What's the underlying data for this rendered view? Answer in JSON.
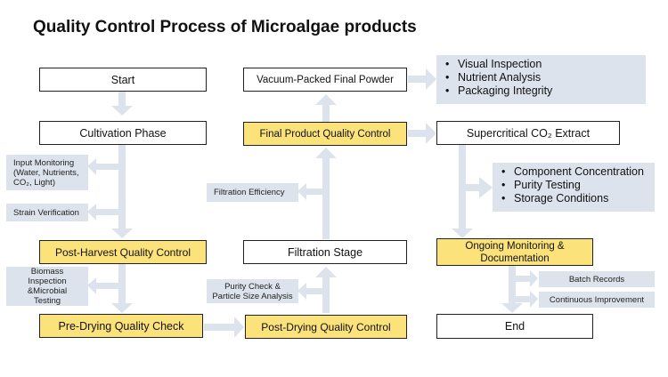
{
  "title": "Quality Control Process of Microalgae products",
  "colors": {
    "arrow": "#dde3ec",
    "highlight": "#fbe27a",
    "note_bg": "#dde3ec"
  },
  "boxes": {
    "start": "Start",
    "cultivation": "Cultivation Phase",
    "post_harvest": "Post-Harvest Quality Control",
    "pre_drying": "Pre-Drying Quality Check",
    "post_drying": "Post-Drying Quality Control",
    "filtration_stage": "Filtration Stage",
    "final_qc": "Final Product Quality Control",
    "vacuum": "Vacuum-Packed Final Powder",
    "supercritical": "Supercritical CO₂ Extract",
    "ongoing": "Ongoing Monitoring & Documentation",
    "end": "End"
  },
  "notes": {
    "input_monitoring": "Input Monitoring (Water, Nutrients, CO₂, Light)",
    "strain_verification": "Strain Verification",
    "biomass": "Biomass Inspection &Microbial Testing",
    "purity_particle": "Purity Check & Particle Size Analysis",
    "filtration_efficiency": "Filtration Efficiency",
    "batch_records": "Batch Records",
    "continuous_improvement": "Continuous Improvement"
  },
  "bullets_top": [
    "Visual Inspection",
    "Nutrient Analysis",
    "Packaging Integrity"
  ],
  "bullets_mid": [
    "Component Concentration",
    "Purity Testing",
    "Storage Conditions"
  ]
}
